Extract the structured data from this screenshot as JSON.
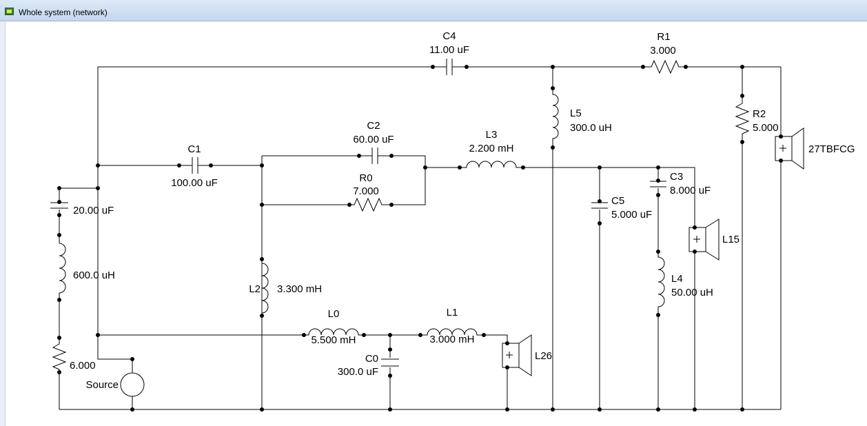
{
  "window": {
    "title": "Whole system (network)",
    "icon": "schematic-app-icon"
  },
  "components": {
    "C4": {
      "name": "C4",
      "value": "11.00 uF"
    },
    "R1": {
      "name": "R1",
      "value": "3.000"
    },
    "L5": {
      "name": "L5",
      "value": "300.0 uH"
    },
    "R2": {
      "name": "R2",
      "value": "5.000"
    },
    "tweeter": {
      "name": "27TBFCG",
      "polarity": "+"
    },
    "C1": {
      "name": "C1",
      "value": "100.00 uF"
    },
    "C2": {
      "name": "C2",
      "value": "60.00 uF"
    },
    "R0": {
      "name": "R0",
      "value": "7.000"
    },
    "L3": {
      "name": "L3",
      "value": "2.200 mH"
    },
    "C3": {
      "name": "C3",
      "value": "8.000 uF"
    },
    "C5": {
      "name": "C5",
      "value": "5.000 uF"
    },
    "L15": {
      "name": "L15",
      "polarity": "+"
    },
    "L4": {
      "name": "L4",
      "value": "50.00 uH"
    },
    "cap20": {
      "value": "20.00 uF"
    },
    "ind600": {
      "value": "600.0 uH"
    },
    "res6": {
      "value": "6.000"
    },
    "source": {
      "name": "Source"
    },
    "L2": {
      "name": "L2",
      "value": "3.300 mH"
    },
    "L0": {
      "name": "L0",
      "value": "5.500 mH"
    },
    "L1": {
      "name": "L1",
      "value": "3.000 mH"
    },
    "C0": {
      "name": "C0",
      "value": "300.0 uF"
    },
    "L26": {
      "name": "L26",
      "polarity": "+"
    }
  }
}
